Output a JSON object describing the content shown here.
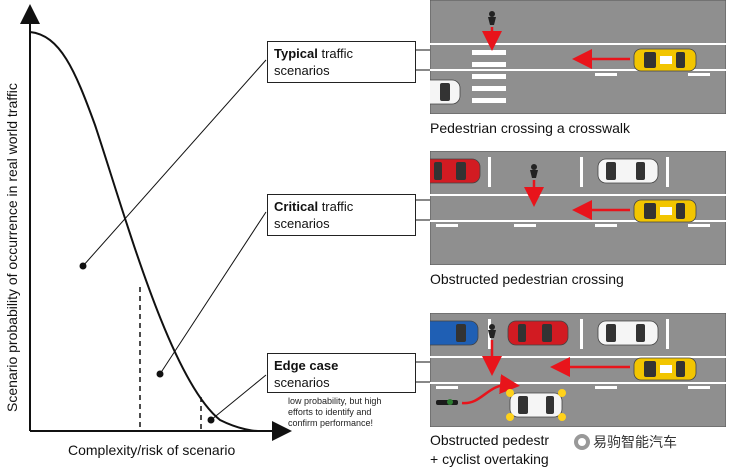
{
  "axes": {
    "ylabel": "Scenario probability of occurrence in real world traffic",
    "xlabel": "Complexity/risk of scenario"
  },
  "boxes": [
    {
      "bold": "Typical",
      "rest": " traffic",
      "line2": "scenarios"
    },
    {
      "bold": "Critical",
      "rest": " traffic",
      "line2": "scenarios"
    },
    {
      "bold": "Edge case",
      "rest": "",
      "line2": "scenarios"
    }
  ],
  "edge_note": "low probability, but high efforts to identify and confirm performance!",
  "panels": [
    {
      "caption": "Pedestrian crossing a crosswalk"
    },
    {
      "caption": "Obstructed pedestrian crossing"
    },
    {
      "caption_line1": "Obstructed pedestr",
      "caption_line2": "+ cyclist overtaking"
    }
  ],
  "watermark": "易驹智能汽车",
  "colors": {
    "road": "#8f8f8f",
    "lane_marking": "#ffffff",
    "arrow": "#e8141b",
    "taxi": "#f2c500",
    "red_car": "#d21b22",
    "blue_car": "#1f5fb4",
    "white_car": "#f5f5f5",
    "hazard": "#ffd21a"
  },
  "icons": {
    "pedestrian": "pedestrian-icon",
    "cyclist": "cyclist-icon",
    "taxi": "taxi-car",
    "watermark": "wechat-icon"
  }
}
